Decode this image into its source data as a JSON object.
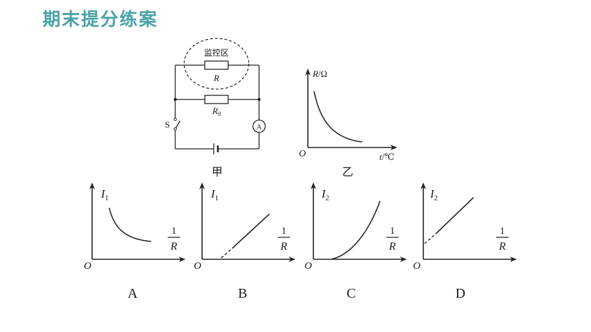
{
  "header": {
    "title": "期末提分练案"
  },
  "circuit": {
    "monitor_zone": "监控区",
    "resistor": "R",
    "fixed_resistor": "R",
    "fixed_resistor_sub": "0",
    "switch": "S",
    "ammeter": "A",
    "caption": "甲"
  },
  "rt_graph": {
    "ylabel_var": "R",
    "ylabel_unit": "/Ω",
    "xlabel_var": "t",
    "xlabel_unit": "/℃",
    "origin": "O",
    "caption": "乙"
  },
  "options": [
    {
      "letter": "A",
      "ylabel": "I",
      "ysub": "1",
      "frac_num": "1",
      "frac_den": "R",
      "origin": "O",
      "shape": "decreasing-hyperbola"
    },
    {
      "letter": "B",
      "ylabel": "I",
      "ysub": "1",
      "frac_num": "1",
      "frac_den": "R",
      "origin": "O",
      "shape": "linear-dashed-start"
    },
    {
      "letter": "C",
      "ylabel": "I",
      "ysub": "2",
      "frac_num": "1",
      "frac_den": "R",
      "origin": "O",
      "shape": "increasing-concave-up"
    },
    {
      "letter": "D",
      "ylabel": "I",
      "ysub": "2",
      "frac_num": "1",
      "frac_den": "R",
      "origin": "O",
      "shape": "linear-dashed-start-offset"
    }
  ]
}
